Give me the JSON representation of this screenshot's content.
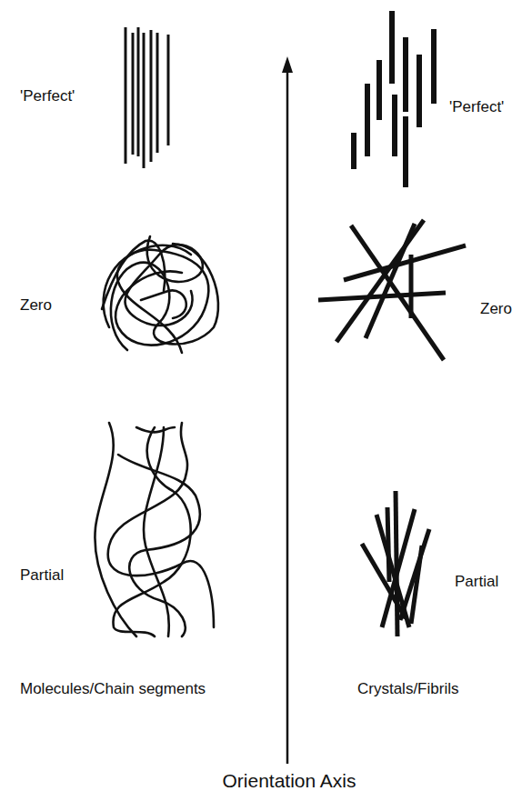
{
  "diagram": {
    "labels": [
      "'Perfect'",
      "'Perfect'",
      "Zero",
      "Zero",
      "Partial",
      "Partial",
      "Molecules/Chain segments",
      "Crystals/Fibrils",
      "Orientation Axis"
    ]
  }
}
